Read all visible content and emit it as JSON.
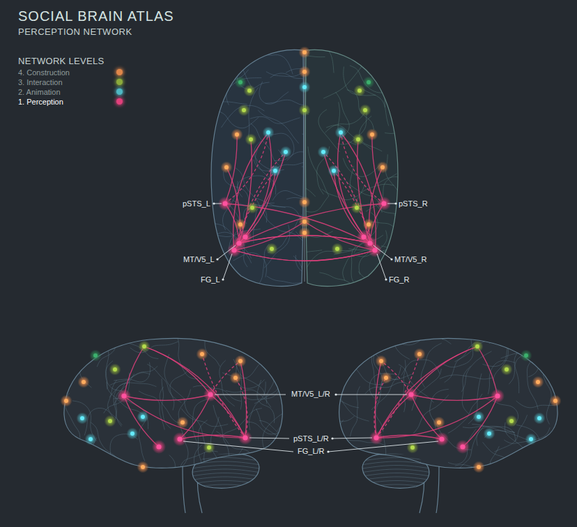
{
  "diagram": {
    "title": "SOCIAL BRAIN ATLAS",
    "labels": [
      "PERCEPTION NETWORK",
      "NETWORK LEVELS",
      "pSTS_L",
      "pSTS_R",
      "MT/V5_L",
      "MT/V5_R",
      "FG_L",
      "FG_R",
      "MT/V5_L/R",
      "pSTS_L/R",
      "FG_L/R"
    ],
    "legend": [
      {
        "text": "4. Construction",
        "color": "#e0874a"
      },
      {
        "text": "3. Interaction",
        "color": "#8cab3c"
      },
      {
        "text": "2. Animation",
        "color": "#4fb8c4"
      },
      {
        "text": "1. Perception",
        "color": "#e2407c"
      }
    ]
  }
}
